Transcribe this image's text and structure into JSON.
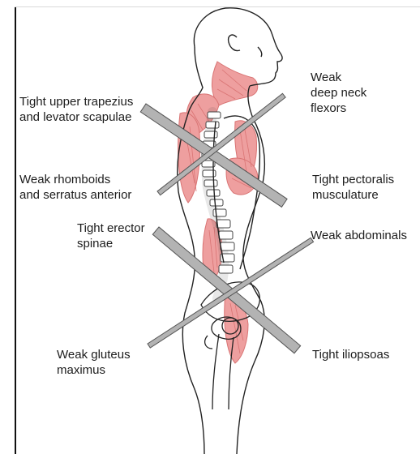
{
  "labels": {
    "weak_deep_neck_flexors": "Weak\ndeep neck\nflexors",
    "tight_upper_trapezius": "Tight upper trapezius\nand levator scapulae",
    "weak_rhomboids": "Weak rhomboids\nand serratus anterior",
    "tight_pectoralis": "Tight pectoralis\nmusculature",
    "tight_erector_spinae": "Tight erector\nspinae",
    "weak_abdominals": "Weak abdominals",
    "weak_gluteus": "Weak gluteus\nmaximus",
    "tight_iliopsoas": "Tight iliopsoas"
  },
  "colors": {
    "muscle": "#ee9f9f",
    "muscle_line": "#d97474",
    "bar_fill": "#b3b3b3",
    "bar_stroke": "#555555",
    "outline": "#222222"
  }
}
